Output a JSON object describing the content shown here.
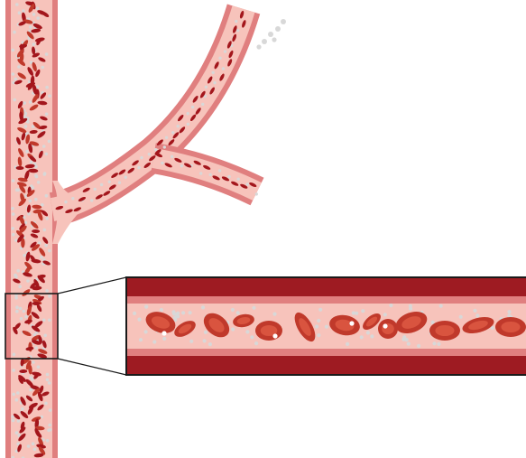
{
  "figure": {
    "subject": "blood-vessel-branching-with-magnified-segment",
    "colors": {
      "background": "#ffffff",
      "vessel_wall": "#e07f7f",
      "vessel_lumen": "#f7c3bb",
      "vessel_highlight": "#fbd9d2",
      "plasma_particle": "#d8d8d8",
      "rbc_dark": "#a3161c",
      "rbc_mid": "#c0392b",
      "rbc_light": "#d9543f",
      "inset_wall": "#9e1b22",
      "inset_border": "#1a1a1a",
      "white_cell_highlight": "#ffffff"
    },
    "components": [
      "main-vertical-vessel",
      "upper-branch-vessel",
      "lower-branch-vessel",
      "red-blood-cells",
      "plasma-particles",
      "magnifier-box",
      "zoom-inset-vessel"
    ]
  }
}
